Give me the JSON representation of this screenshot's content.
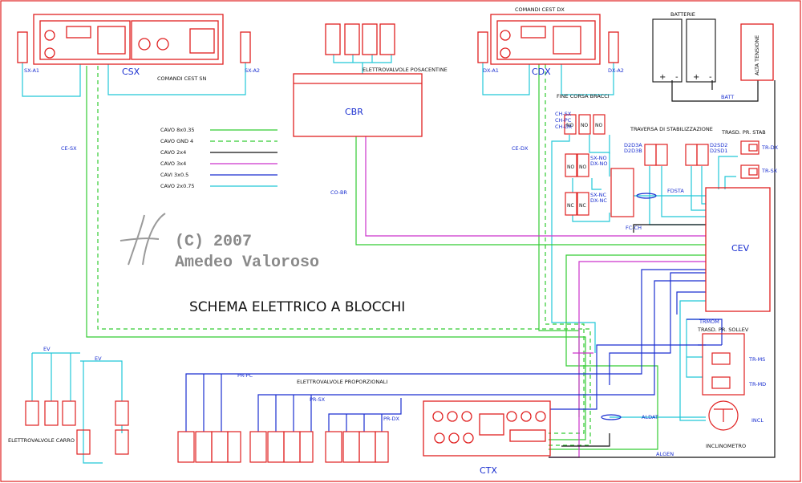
{
  "labels": {
    "csx": "CSX",
    "cdx": "CDX",
    "comandi_sn": "COMANDI CEST SN",
    "comandi_dx": "COMANDI CEST DX",
    "sx_a1": "SX-A1",
    "sx_a2": "SX-A2",
    "dx_a1": "DX-A1",
    "dx_a2": "DX-A2",
    "batterie": "BATTERIE",
    "batt": "BATT",
    "alta_tensione": "ALTA TENSIONE",
    "ev_posa": "ELETTROVALVOLE POSACENTINE",
    "cbr": "CBR",
    "fine_corsa": "FINE CORSA BRACCI",
    "traversa": "TRAVERSA DI STABILIZZAZIONE",
    "trasd_stab": "TRASD. PR. STAB",
    "tr_dx": "TR-DX",
    "tr_sx": "TR-SX",
    "fdsta": "FDSTA",
    "fc_ch": "FC-CH",
    "cev": "CEV",
    "ce_sx": "CE-SX",
    "ce_dx": "CE-DX",
    "co_br": "CO-BR",
    "trmom": "TRMOM",
    "trasd_sollev": "TRASD. PR. SOLLEV",
    "tr_ms": "TR-MS",
    "tr_md": "TR-MD",
    "incl": "INCL",
    "inclinometro": "INCLINOMETRO",
    "aldat": "ALDAT",
    "algen": "ALGEN",
    "ctx": "CTX",
    "ev_prop": "ELETTROVALVOLE PROPORZIONALI",
    "pr_pc": "PR-PC",
    "pr_sx": "PR-SX",
    "pr_dx": "PR-DX",
    "ev": "EV",
    "ev_carro": "ELETTROVALVOLE CARRO",
    "title": "SCHEMA ELETTRICO A BLOCCHI",
    "copyright": "(C) 2007",
    "author": "Amedeo Valoroso",
    "sw_ch_sx": "CH-SX",
    "sw_ch_pc": "CH-PC",
    "sw_ch_dx": "CH-DX",
    "sw_sx_no": "SX-NO",
    "sw_dx_no": "DX-NO",
    "sw_sx_nc": "SX-NC",
    "sw_dx_nc": "DX-NC",
    "st_d2d3a": "D2D3A",
    "st_d2d3b": "D2D3B",
    "st_d2sd2": "D2SD2",
    "st_d2sd1": "D2SD1",
    "no": "NO",
    "nc": "NC",
    "plus": "+",
    "minus": "-"
  },
  "legend": [
    {
      "label": "CAVO 8x0.35",
      "color": "#33cc33",
      "style": "solid"
    },
    {
      "label": "CAVO GND 4",
      "color": "#33cc33",
      "style": "dashed"
    },
    {
      "label": "CAVO 2x4",
      "color": "#111111",
      "style": "solid"
    },
    {
      "label": "CAVO 3x4",
      "color": "#cc33cc",
      "style": "solid"
    },
    {
      "label": "CAVI 3x0.5",
      "color": "#1a2fd0",
      "style": "solid"
    },
    {
      "label": "CAVO 2x0.75",
      "color": "#22c8d8",
      "style": "solid"
    }
  ],
  "colors": {
    "red": "#e02020",
    "green": "#33cc33",
    "cyan": "#22c8d8",
    "blue": "#1a2fd0",
    "magenta": "#cc33cc",
    "black": "#111111"
  }
}
